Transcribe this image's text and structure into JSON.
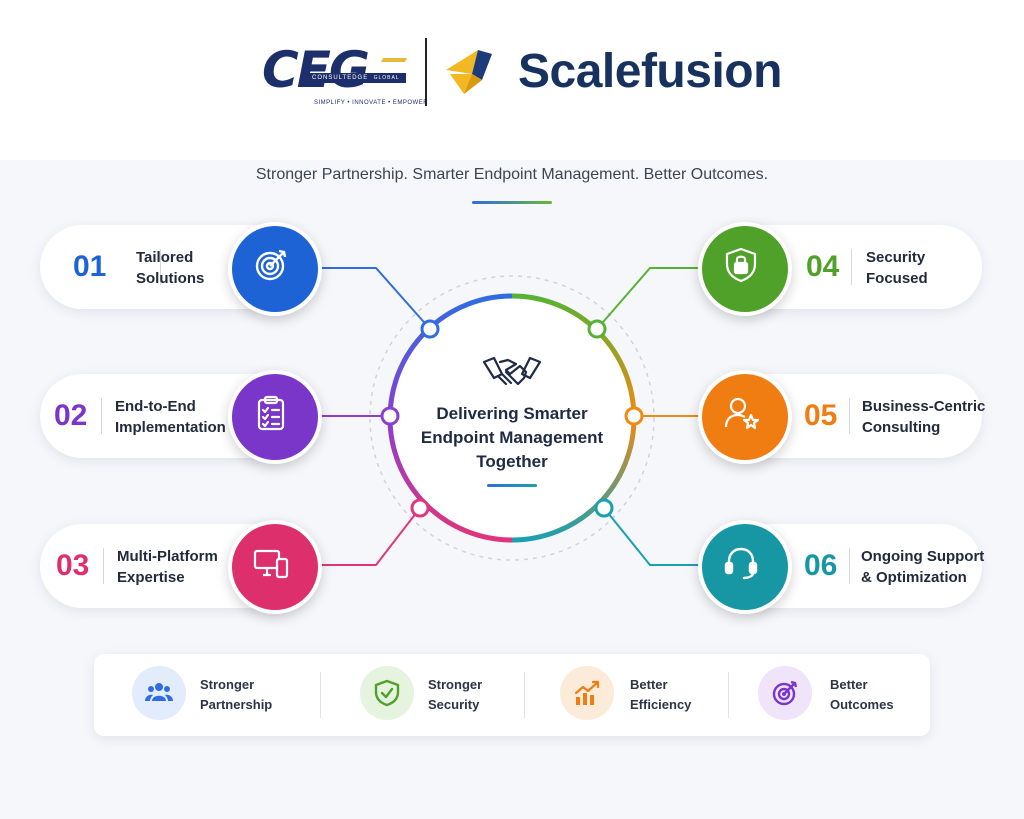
{
  "header": {
    "ceg_logo": {
      "letters": "CEG",
      "bar_text": "CONSULTEDGE",
      "bar_suffix": "GLOBAL",
      "tagline": "SIMPLIFY • INNOVATE • EMPOWER"
    },
    "partner_name": "Scalefusion",
    "tagline": "Stronger Partnership. Smarter Endpoint Management. Better Outcomes."
  },
  "center": {
    "icon": "handshake-icon",
    "lines": [
      "Delivering Smarter",
      "Endpoint Management",
      "Together"
    ]
  },
  "pillars": [
    {
      "number": "01",
      "lines": [
        "Tailored",
        "Solutions"
      ],
      "icon": "target-icon",
      "color": "#1e63d6"
    },
    {
      "number": "02",
      "lines": [
        "End-to-End",
        "Implementation"
      ],
      "icon": "clipboard-checklist-icon",
      "color": "#7a35c9"
    },
    {
      "number": "03",
      "lines": [
        "Multi-Platform",
        "Expertise"
      ],
      "icon": "monitor-phone-icon",
      "color": "#dd2f6c"
    },
    {
      "number": "04",
      "lines": [
        "Security",
        "Focused"
      ],
      "icon": "shield-lock-icon",
      "color": "#4fa12a"
    },
    {
      "number": "05",
      "lines": [
        "Business-Centric",
        "Consulting"
      ],
      "icon": "user-star-icon",
      "color": "#ef7d12"
    },
    {
      "number": "06",
      "lines": [
        "Ongoing Support",
        "& Optimization"
      ],
      "icon": "headset-icon",
      "color": "#1797a3"
    }
  ],
  "outcomes": [
    {
      "lines": [
        "Stronger",
        "Partnership"
      ],
      "icon": "team-icon",
      "color": "#2f6de1"
    },
    {
      "lines": [
        "Stronger",
        "Security"
      ],
      "icon": "shield-check-icon",
      "color": "#4fa12a"
    },
    {
      "lines": [
        "Better",
        "Efficiency"
      ],
      "icon": "growth-chart-icon",
      "color": "#ef7d12"
    },
    {
      "lines": [
        "Better",
        "Outcomes"
      ],
      "icon": "target-icon",
      "color": "#7a35c9"
    }
  ]
}
